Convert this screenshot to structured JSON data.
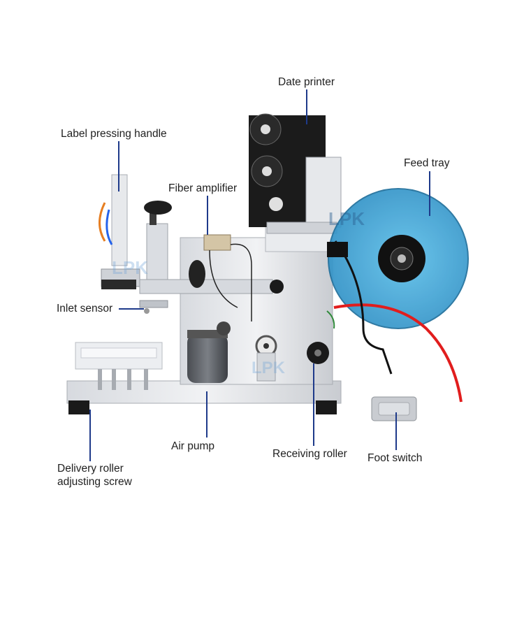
{
  "labels": {
    "date_printer": "Date printer",
    "label_pressing_handle": "Label pressing handle",
    "feed_tray": "Feed tray",
    "fiber_amplifier": "Fiber amplifier",
    "inlet_sensor": "Inlet sensor",
    "air_pump": "Air pump",
    "receiving_roller": "Receiving roller",
    "foot_switch": "Foot switch",
    "delivery_roller_line1": "Delivery roller",
    "delivery_roller_line2": "adjusting screw"
  },
  "watermark": "LPK",
  "colors": {
    "leader_line": "#1e3a8a",
    "feed_tray": "#3aa6d8",
    "machine_body": "#e4e6e9",
    "cable_red": "#e11d1d"
  },
  "icons": {
    "machine": "labeling-machine-illustration"
  }
}
